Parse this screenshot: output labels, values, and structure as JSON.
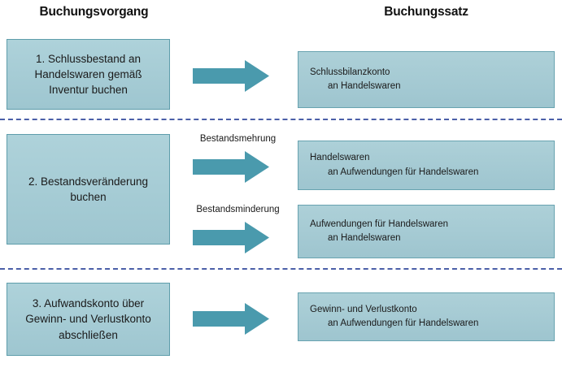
{
  "headers": {
    "left": "Buchungsvorgang",
    "right": "Buchungssatz"
  },
  "colors": {
    "box_fill_top": "#aed2da",
    "box_fill_bottom": "#9ec6d0",
    "box_border": "#5e9dab",
    "arrow_fill": "#4a9aad",
    "divider": "#4b5fa8",
    "text": "#1a1a1a"
  },
  "sections": [
    {
      "id": "section-1",
      "process": "1. Schlussbestand an Handelswaren gemäß Inventur buchen",
      "entries": [
        {
          "arrow_label": "",
          "line1": "Schlussbilanzkonto",
          "line2": "an Handelswaren"
        }
      ]
    },
    {
      "id": "section-2",
      "process": "2. Bestandsveränderung buchen",
      "entries": [
        {
          "arrow_label": "Bestandsmehrung",
          "line1": "Handelswaren",
          "line2": "an Aufwendungen für Handelswaren"
        },
        {
          "arrow_label": "Bestandsminderung",
          "line1": "Aufwendungen für Handelswaren",
          "line2": "an Handelswaren"
        }
      ]
    },
    {
      "id": "section-3",
      "process": "3. Aufwandskonto über Gewinn- und Verlustkonto abschließen",
      "entries": [
        {
          "arrow_label": "",
          "line1": "Gewinn- und Verlustkonto",
          "line2": "an Aufwendungen für Handelswaren"
        }
      ]
    }
  ]
}
